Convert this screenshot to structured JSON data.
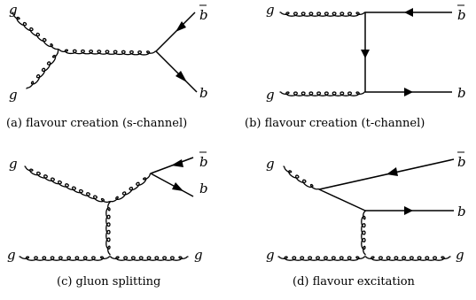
{
  "panels": [
    {
      "caption": "(a) flavour creation (s-channel)",
      "labels": {
        "g_top": "g",
        "g_bot": "g",
        "bbar": "b",
        "b": "b"
      }
    },
    {
      "caption": "(b) flavour creation (t-channel)",
      "labels": {
        "g_top": "g",
        "g_bot": "g",
        "bbar": "b",
        "b": "b"
      }
    },
    {
      "caption": "(c) gluon splitting",
      "labels": {
        "g_top": "g",
        "g_bot_left": "g",
        "g_bot_right": "g",
        "bbar": "b",
        "b": "b"
      }
    },
    {
      "caption": "(d) flavour excitation",
      "labels": {
        "g_top": "g",
        "g_bot_left": "g",
        "g_bot_right": "g",
        "bbar": "b",
        "b": "b"
      }
    }
  ]
}
